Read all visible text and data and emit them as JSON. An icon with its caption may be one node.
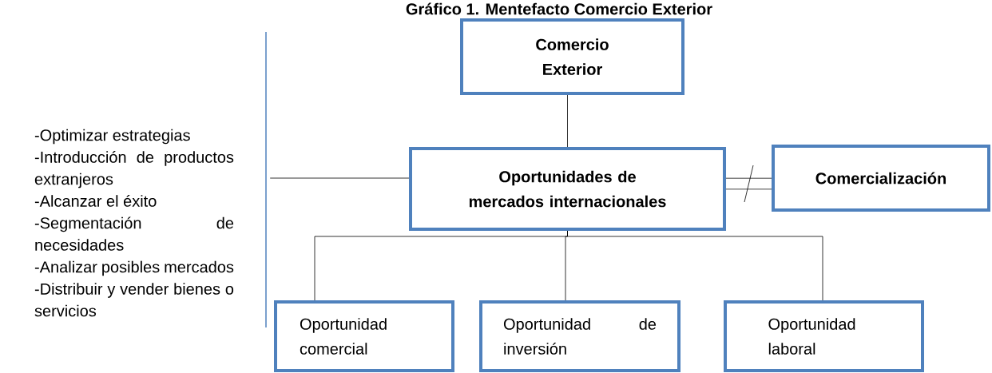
{
  "diagram": {
    "title": "Gráfico 1. Mentefacto Comercio Exterior",
    "nodes": [
      {
        "text": [
          "Comercio Exterior"
        ]
      },
      {
        "text": [
          "Oportunidades de mercados internacionales"
        ]
      },
      {
        "text": [
          "Comercialización"
        ]
      },
      {
        "text": [
          "Oportunidad comercial"
        ]
      },
      {
        "text": [
          "Oportunidad de inversión"
        ]
      },
      {
        "text": [
          "Oportunidad laboral"
        ]
      },
      {
        "text": [
          "-Optimizar estrategias",
          "-Introducción de productos extranjeros",
          "-Alcanzar el éxito",
          "-Segmentación de necesidades",
          "-Analizar posibles mercados",
          "-Distribuir y vender bienes o servicios"
        ]
      }
    ],
    "edges": [
      {
        "from": 0,
        "to": 1,
        "arrow": "none"
      },
      {
        "from": 6,
        "to": 1,
        "arrow": "none"
      },
      {
        "from": 1,
        "to": 2,
        "arrow": "none",
        "style": "thick"
      },
      {
        "from": 1,
        "to": 3,
        "arrow": "none"
      },
      {
        "from": 1,
        "to": 4,
        "arrow": "none"
      },
      {
        "from": 1,
        "to": 5,
        "arrow": "none"
      }
    ]
  }
}
